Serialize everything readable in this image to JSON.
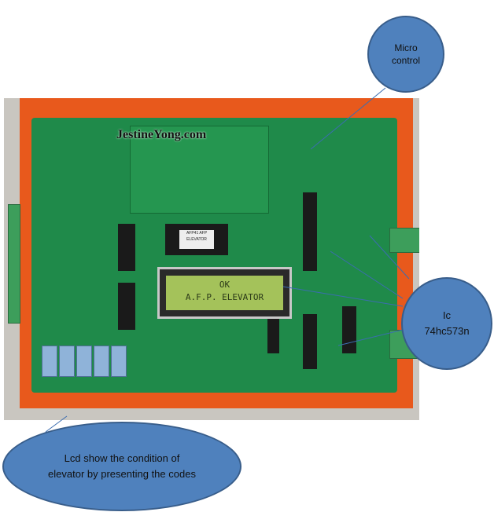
{
  "photo": {
    "watermark": "JestineYong.com",
    "lcd_line1": "OK",
    "lcd_line2": "A.F.P. ELEVATOR",
    "eprom_label": "AFP41 AFP ELEVATOR"
  },
  "callouts": {
    "micro": {
      "line1": "Micro",
      "line2": "control"
    },
    "ic": {
      "line1": "Ic",
      "line2": "74hc573n"
    },
    "lcd": {
      "line1": "Lcd show the condition of",
      "line2": "elevator by presenting the codes"
    }
  },
  "colors": {
    "callout_fill": "#4f81bd",
    "callout_border": "#385d8a",
    "board": "#1f8a4a",
    "case": "#e8591c"
  }
}
